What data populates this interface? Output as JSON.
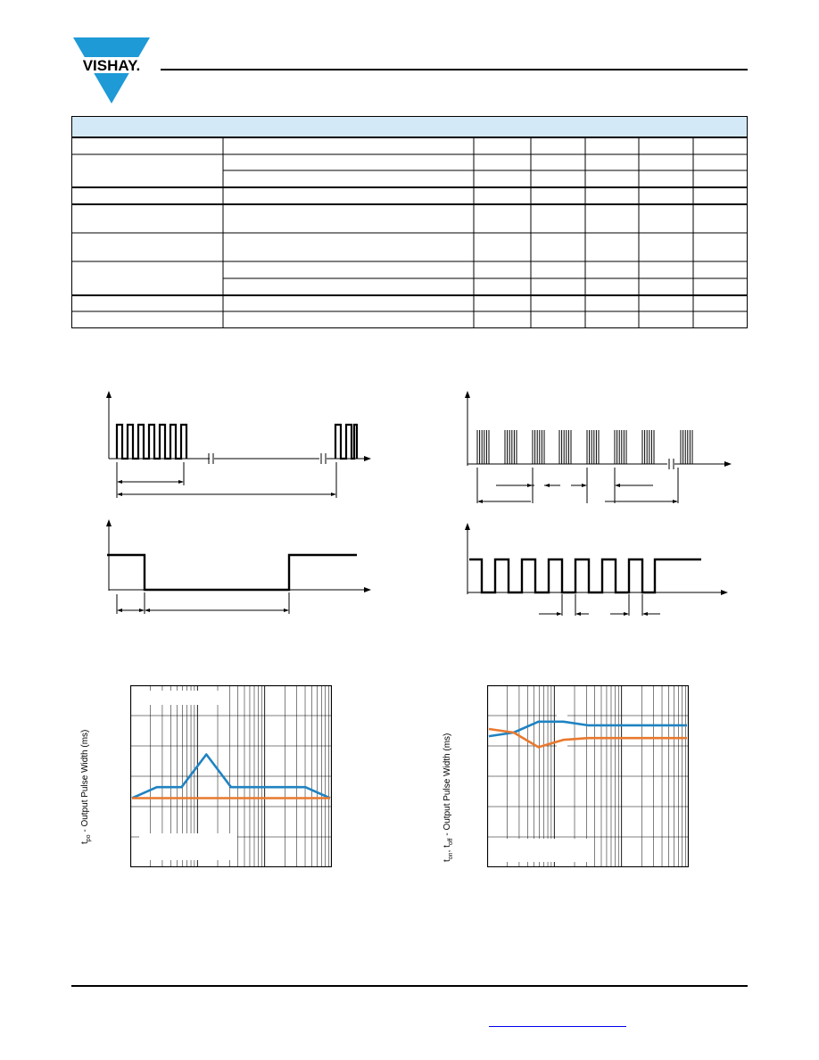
{
  "brand": {
    "logo_text": "VISHAY.",
    "logo_color": "#1e9ad6"
  },
  "table": {
    "header_bg": "#d4e9f7",
    "rows": 9
  },
  "graphs": {
    "left_ylabel": "t",
    "left_ylabel_sub": "po",
    "left_ylabel_rest": " - Output Pulse Width (ms)",
    "right_ylabel_a": "t",
    "right_ylabel_a_sub": "on",
    "right_ylabel_mid": ", t",
    "right_ylabel_b_sub": "off",
    "right_ylabel_rest": " - Output Pulse Width (ms)"
  },
  "chart_data": [
    {
      "type": "line",
      "series": [
        {
          "color": "#1f83c2",
          "values": [
            0.38,
            0.44,
            0.44,
            0.62,
            0.44,
            0.44,
            0.44,
            0.44,
            0.38
          ]
        },
        {
          "color": "#e8792f",
          "values": [
            0.38,
            0.38,
            0.38,
            0.38,
            0.38,
            0.38,
            0.38,
            0.38,
            0.38
          ]
        }
      ],
      "grid": true,
      "xscale": "log"
    },
    {
      "type": "line",
      "series": [
        {
          "color": "#1f83c2",
          "values": [
            0.72,
            0.74,
            0.8,
            0.8,
            0.78,
            0.78,
            0.78,
            0.78,
            0.78
          ]
        },
        {
          "color": "#e8792f",
          "values": [
            0.76,
            0.74,
            0.66,
            0.7,
            0.71,
            0.71,
            0.71,
            0.71,
            0.71
          ]
        }
      ],
      "grid": true,
      "xscale": "log"
    }
  ]
}
